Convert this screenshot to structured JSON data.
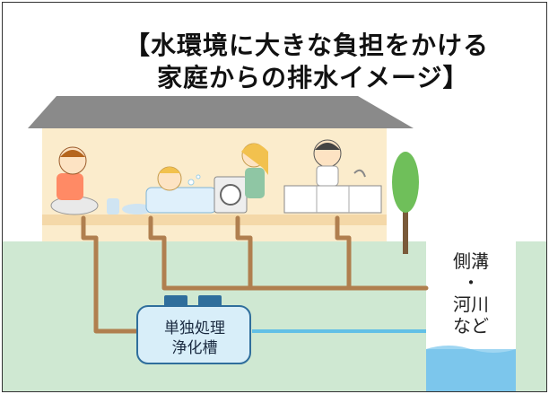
{
  "title": {
    "line1": "【水環境に大きな負担をかける",
    "line2": "家庭からの排水イメージ】"
  },
  "tank": {
    "line1": "単独処理",
    "line2": "浄化槽"
  },
  "ditch": {
    "line1": "側溝",
    "line2": "・",
    "line3": "河川",
    "line4": "など"
  },
  "colors": {
    "roof": "#8a8a8a",
    "wall": "#fbeccc",
    "ground": "#cfe8d2",
    "pipe": "#b07f4f",
    "clean_pipe": "#62c0e6",
    "tank": "#d8eef9",
    "tank_border": "#2f6e9c",
    "water": "#7cc6ec",
    "tree": "#6fbf5a"
  },
  "icons": [
    "toilet-icon",
    "bath-icon",
    "washing-machine-icon",
    "kitchen-sink-icon",
    "tree-icon"
  ]
}
